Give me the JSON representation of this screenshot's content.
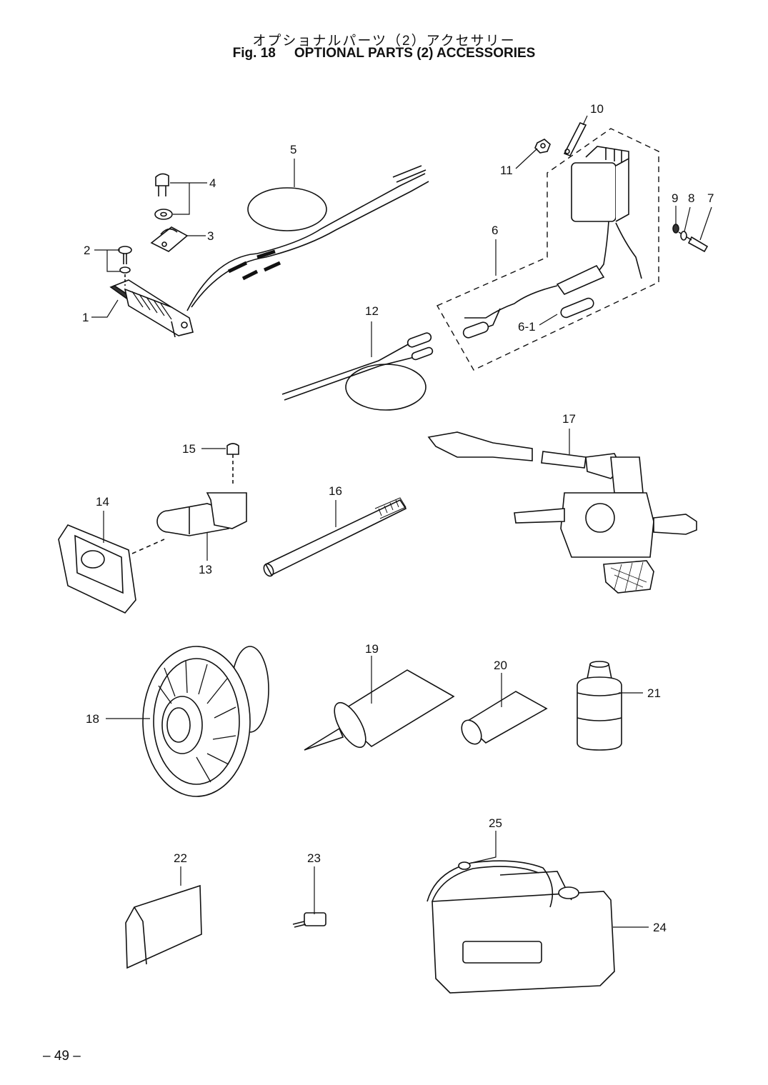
{
  "title": {
    "japanese": "オプショナルパーツ（2）アクセサリー",
    "fig": "Fig. 18",
    "english": "OPTIONAL PARTS (2) ACCESSORIES"
  },
  "callouts": {
    "c1": "1",
    "c2": "2",
    "c3": "3",
    "c4": "4",
    "c5": "5",
    "c6": "6",
    "c6_1": "6-1",
    "c7": "7",
    "c8": "8",
    "c9": "9",
    "c10": "10",
    "c11": "11",
    "c12": "12",
    "c13": "13",
    "c14": "14",
    "c15": "15",
    "c16": "16",
    "c17": "17",
    "c18": "18",
    "c19": "19",
    "c20": "20",
    "c21": "21",
    "c22": "22",
    "c23": "23",
    "c24": "24",
    "c25": "25"
  },
  "page_number": "– 49 –"
}
